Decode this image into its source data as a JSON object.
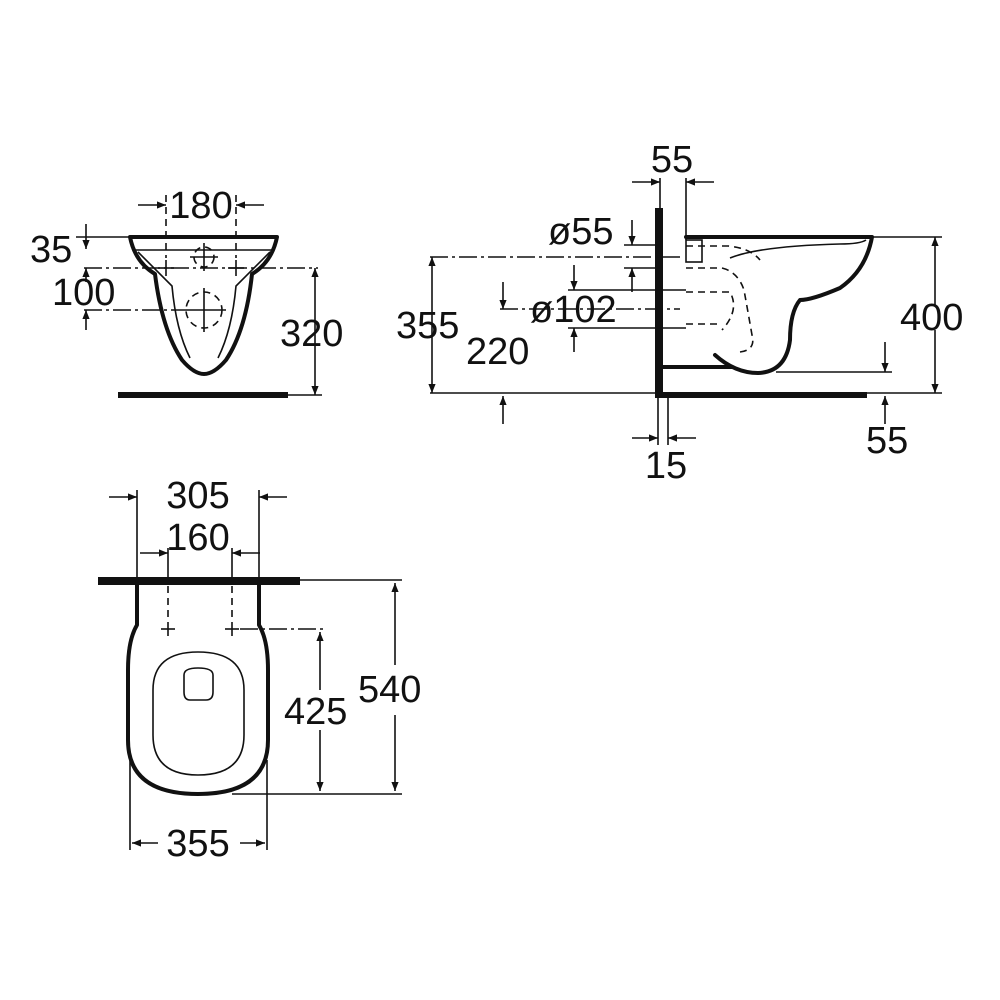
{
  "front_view": {
    "dims": {
      "bolt_spacing": "180",
      "top_offset": "35",
      "inlet_offset": "100",
      "height": "320"
    }
  },
  "side_view": {
    "dims": {
      "top_outlet_offset": "55",
      "inlet_diameter": "ø55",
      "outlet_diameter": "ø102",
      "inlet_height": "355",
      "outlet_height": "220",
      "total_height": "400",
      "wall_gap": "15",
      "base_offset": "55"
    }
  },
  "top_view": {
    "dims": {
      "overall_width": "305",
      "bolt_spacing": "160",
      "bolt_depth": "425",
      "total_depth": "540",
      "bowl_width": "355"
    }
  }
}
